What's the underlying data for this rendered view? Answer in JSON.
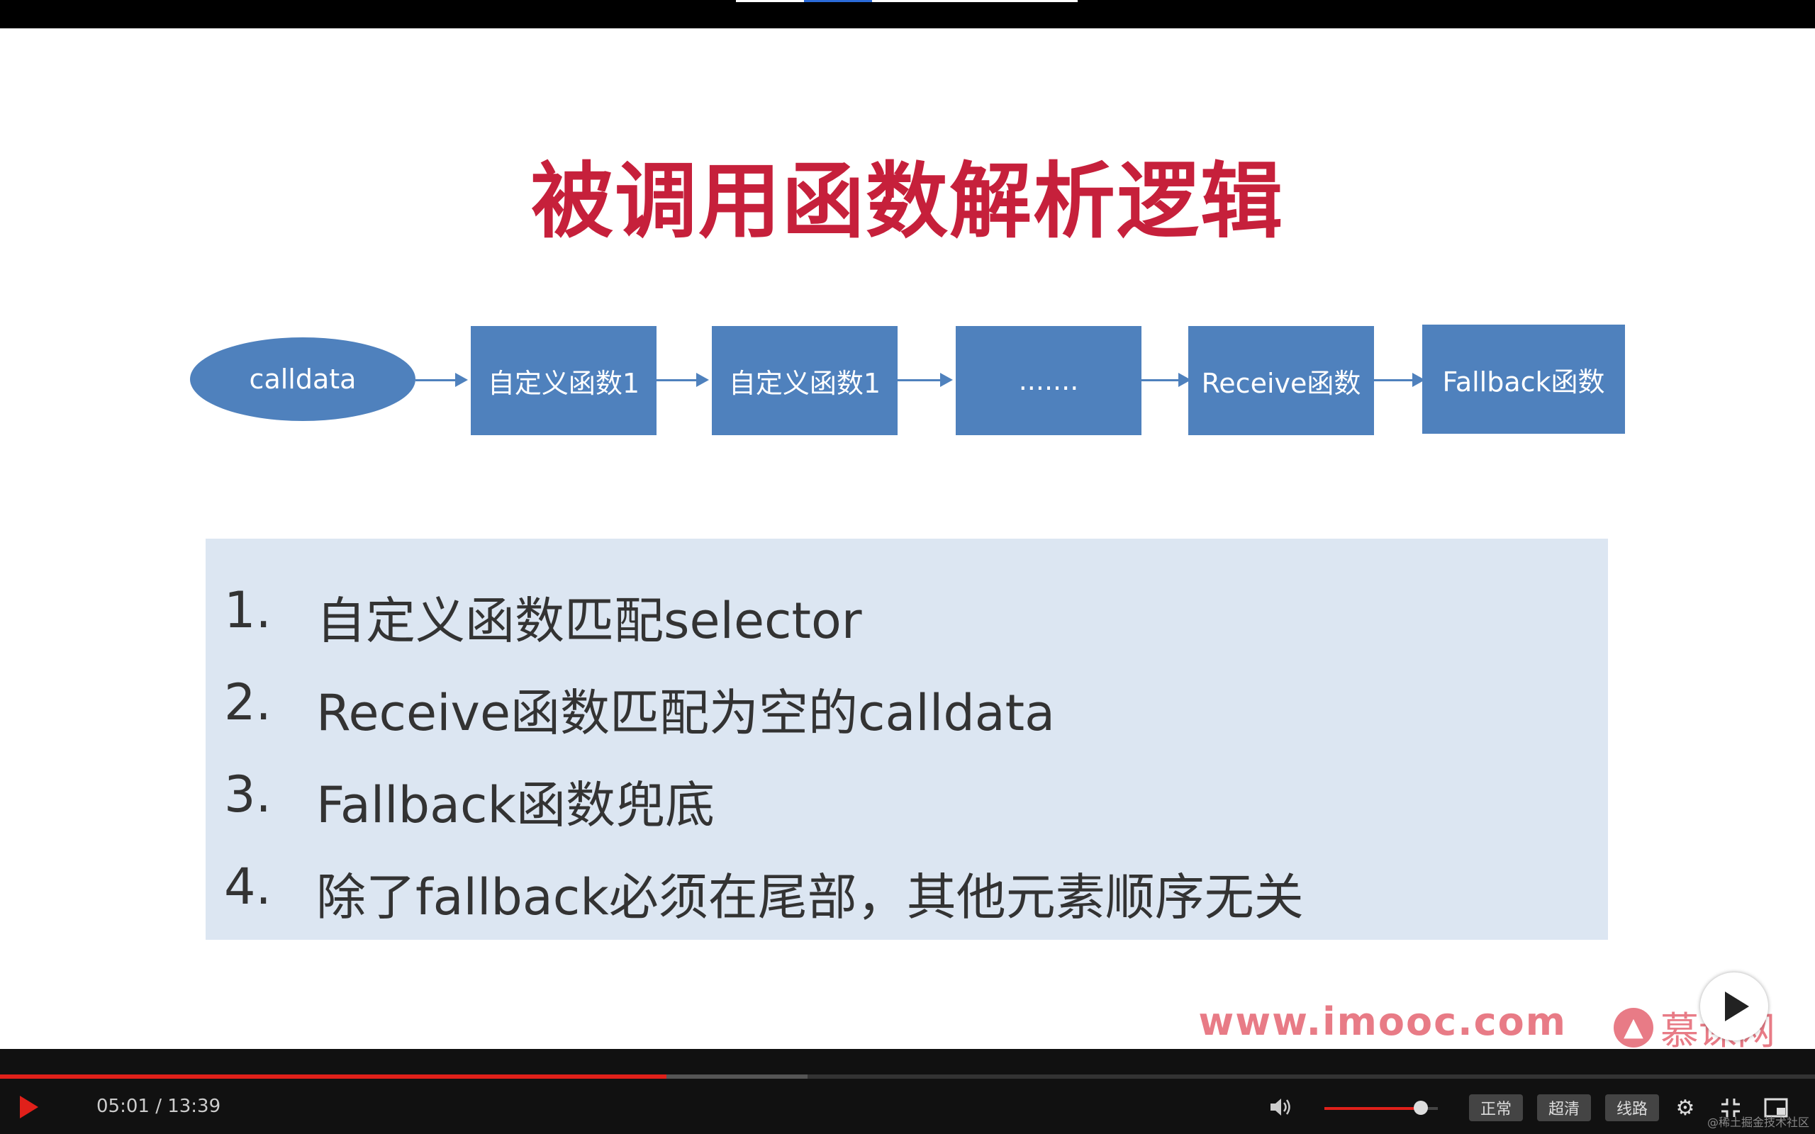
{
  "slide": {
    "title": "被调用函数解析逻辑",
    "flow_nodes": [
      "calldata",
      "自定义函数1",
      "自定义函数1",
      ".......",
      "Receive函数",
      "Fallback函数"
    ],
    "list_items": [
      {
        "num": "1.",
        "text": "自定义函数匹配selector"
      },
      {
        "num": "2.",
        "text": "Receive函数匹配为空的calldata"
      },
      {
        "num": "3.",
        "text": "Fallback函数兜底"
      },
      {
        "num": "4.",
        "text": "除了fallback必须在尾部，其他元素顺序无关"
      }
    ],
    "watermark": "www.imooc.com",
    "logo_text": "慕课网"
  },
  "player": {
    "time": "05:01 / 13:39",
    "progress": 0.367,
    "buffered": 0.445,
    "volume": 0.85,
    "buttons": {
      "quality_normal": "正常",
      "quality_hd": "超清",
      "route": "线路"
    },
    "corner_text": "@稀土掘金技术社区",
    "accent_color": "#e0201a"
  }
}
